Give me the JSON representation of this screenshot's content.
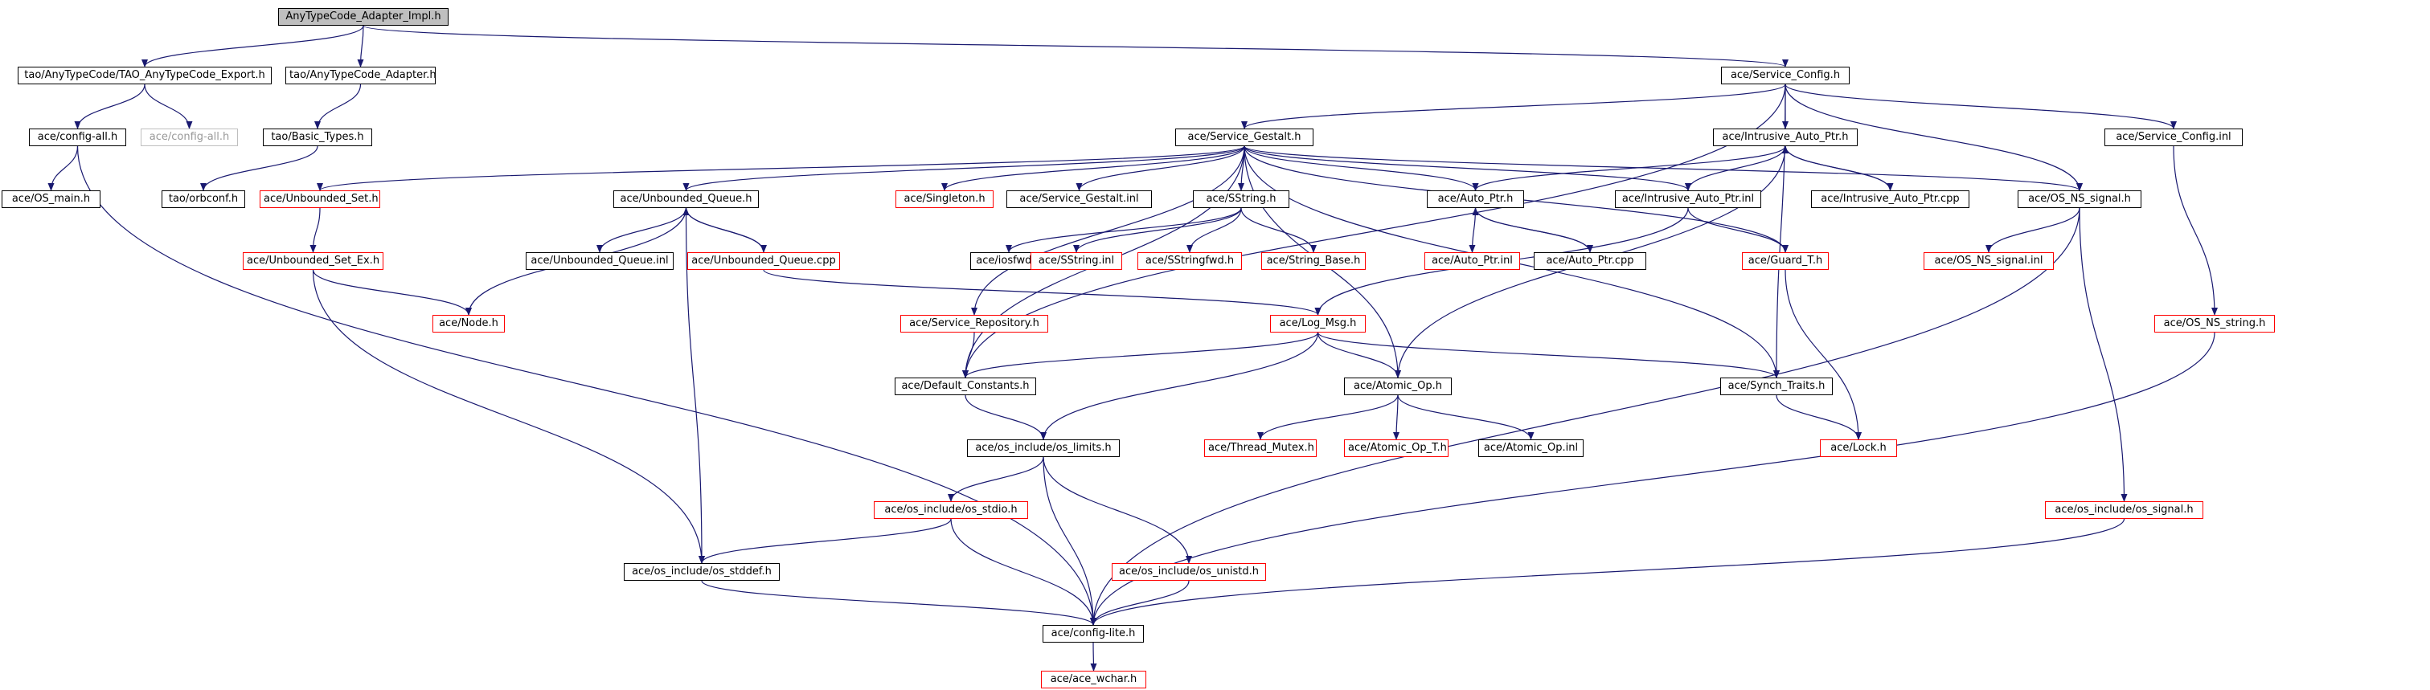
{
  "graph": {
    "nodes": [
      {
        "id": "root",
        "label": "AnyTypeCode_Adapter_Impl.h",
        "style": "root"
      },
      {
        "id": "export",
        "label": "tao/AnyTypeCode/TAO_AnyTypeCode_Export.h",
        "style": "normal"
      },
      {
        "id": "adapter",
        "label": "tao/AnyTypeCode_Adapter.h",
        "style": "normal"
      },
      {
        "id": "svccfg",
        "label": "ace/Service_Config.h",
        "style": "normal"
      },
      {
        "id": "configall",
        "label": "ace/config-all.h",
        "style": "normal"
      },
      {
        "id": "configall2",
        "label": "ace/config-all.h",
        "style": "gray"
      },
      {
        "id": "basictypes",
        "label": "tao/Basic_Types.h",
        "style": "normal"
      },
      {
        "id": "svcgestalt",
        "label": "ace/Service_Gestalt.h",
        "style": "normal"
      },
      {
        "id": "intrusive",
        "label": "ace/Intrusive_Auto_Ptr.h",
        "style": "normal"
      },
      {
        "id": "svccfginl",
        "label": "ace/Service_Config.inl",
        "style": "normal"
      },
      {
        "id": "osmain",
        "label": "ace/OS_main.h",
        "style": "normal"
      },
      {
        "id": "orbconf",
        "label": "tao/orbconf.h",
        "style": "normal"
      },
      {
        "id": "unbset",
        "label": "ace/Unbounded_Set.h",
        "style": "red"
      },
      {
        "id": "unbqueue",
        "label": "ace/Unbounded_Queue.h",
        "style": "normal"
      },
      {
        "id": "singleton",
        "label": "ace/Singleton.h",
        "style": "red"
      },
      {
        "id": "svcgestaltinl",
        "label": "ace/Service_Gestalt.inl",
        "style": "normal"
      },
      {
        "id": "sstring",
        "label": "ace/SString.h",
        "style": "normal"
      },
      {
        "id": "autoptr",
        "label": "ace/Auto_Ptr.h",
        "style": "normal"
      },
      {
        "id": "intrusiveinl",
        "label": "ace/Intrusive_Auto_Ptr.inl",
        "style": "normal"
      },
      {
        "id": "intrusivecpp",
        "label": "ace/Intrusive_Auto_Ptr.cpp",
        "style": "normal"
      },
      {
        "id": "nssignal",
        "label": "ace/OS_NS_signal.h",
        "style": "normal"
      },
      {
        "id": "unbsetex",
        "label": "ace/Unbounded_Set_Ex.h",
        "style": "red"
      },
      {
        "id": "unbqueueinl",
        "label": "ace/Unbounded_Queue.inl",
        "style": "normal"
      },
      {
        "id": "unbqueuecpp",
        "label": "ace/Unbounded_Queue.cpp",
        "style": "red"
      },
      {
        "id": "iosfwd",
        "label": "ace/iosfwd.h",
        "style": "normal"
      },
      {
        "id": "sstringinl",
        "label": "ace/SString.inl",
        "style": "red"
      },
      {
        "id": "sstringfwd",
        "label": "ace/SStringfwd.h",
        "style": "red"
      },
      {
        "id": "stringbase",
        "label": "ace/String_Base.h",
        "style": "red"
      },
      {
        "id": "autoptrinl",
        "label": "ace/Auto_Ptr.inl",
        "style": "red"
      },
      {
        "id": "autoptrcpp",
        "label": "ace/Auto_Ptr.cpp",
        "style": "normal"
      },
      {
        "id": "guardt",
        "label": "ace/Guard_T.h",
        "style": "red"
      },
      {
        "id": "nssignalinl",
        "label": "ace/OS_NS_signal.inl",
        "style": "red"
      },
      {
        "id": "nsstring",
        "label": "ace/OS_NS_string.h",
        "style": "red"
      },
      {
        "id": "node",
        "label": "ace/Node.h",
        "style": "red"
      },
      {
        "id": "svcrepo",
        "label": "ace/Service_Repository.h",
        "style": "red"
      },
      {
        "id": "logmsg",
        "label": "ace/Log_Msg.h",
        "style": "red"
      },
      {
        "id": "defconst",
        "label": "ace/Default_Constants.h",
        "style": "normal"
      },
      {
        "id": "atomicop",
        "label": "ace/Atomic_Op.h",
        "style": "normal"
      },
      {
        "id": "synchtraits",
        "label": "ace/Synch_Traits.h",
        "style": "normal"
      },
      {
        "id": "oslimits",
        "label": "ace/os_include/os_limits.h",
        "style": "normal"
      },
      {
        "id": "threadmutex",
        "label": "ace/Thread_Mutex.h",
        "style": "red"
      },
      {
        "id": "atomicopt",
        "label": "ace/Atomic_Op_T.h",
        "style": "red"
      },
      {
        "id": "atomicopinl",
        "label": "ace/Atomic_Op.inl",
        "style": "normal"
      },
      {
        "id": "lock",
        "label": "ace/Lock.h",
        "style": "red"
      },
      {
        "id": "osstdio",
        "label": "ace/os_include/os_stdio.h",
        "style": "red"
      },
      {
        "id": "ossignal",
        "label": "ace/os_include/os_signal.h",
        "style": "red"
      },
      {
        "id": "osstddef",
        "label": "ace/os_include/os_stddef.h",
        "style": "normal"
      },
      {
        "id": "osunistd",
        "label": "ace/os_include/os_unistd.h",
        "style": "red"
      },
      {
        "id": "configlite",
        "label": "ace/config-lite.h",
        "style": "normal"
      },
      {
        "id": "acewchar",
        "label": "ace/ace_wchar.h",
        "style": "red"
      }
    ],
    "edges": [
      [
        "root",
        "export"
      ],
      [
        "root",
        "adapter"
      ],
      [
        "root",
        "svccfg"
      ],
      [
        "export",
        "configall"
      ],
      [
        "export",
        "configall2"
      ],
      [
        "adapter",
        "basictypes"
      ],
      [
        "basictypes",
        "orbconf"
      ],
      [
        "configall",
        "osmain"
      ],
      [
        "configall",
        "configlite"
      ],
      [
        "svccfg",
        "svcgestalt"
      ],
      [
        "svccfg",
        "intrusive"
      ],
      [
        "svccfg",
        "svccfginl"
      ],
      [
        "svccfg",
        "nssignal"
      ],
      [
        "svccfg",
        "defconst"
      ],
      [
        "svccfg",
        "synchtraits"
      ],
      [
        "svcgestalt",
        "unbset"
      ],
      [
        "svcgestalt",
        "unbqueue"
      ],
      [
        "svcgestalt",
        "singleton"
      ],
      [
        "svcgestalt",
        "svcgestaltinl"
      ],
      [
        "svcgestalt",
        "sstring"
      ],
      [
        "svcgestalt",
        "autoptr"
      ],
      [
        "svcgestalt",
        "nssignal"
      ],
      [
        "svcgestalt",
        "guardt"
      ],
      [
        "svcgestalt",
        "svcrepo"
      ],
      [
        "svcgestalt",
        "defconst"
      ],
      [
        "svcgestalt",
        "atomicop"
      ],
      [
        "svcgestalt",
        "synchtraits"
      ],
      [
        "svcgestalt",
        "intrusiveinl"
      ],
      [
        "intrusive",
        "autoptr"
      ],
      [
        "intrusive",
        "intrusiveinl"
      ],
      [
        "intrusive",
        "intrusivecpp"
      ],
      [
        "intrusive",
        "atomicop"
      ],
      [
        "intrusivecpp",
        "intrusive"
      ],
      [
        "intrusiveinl",
        "guardt"
      ],
      [
        "intrusiveinl",
        "logmsg"
      ],
      [
        "svccfginl",
        "nsstring"
      ],
      [
        "unbset",
        "unbsetex"
      ],
      [
        "unbsetex",
        "node"
      ],
      [
        "unbsetex",
        "osstddef"
      ],
      [
        "unbqueue",
        "node"
      ],
      [
        "unbqueue",
        "unbqueueinl"
      ],
      [
        "unbqueue",
        "unbqueuecpp"
      ],
      [
        "unbqueue",
        "osstddef"
      ],
      [
        "unbqueuecpp",
        "unbqueue"
      ],
      [
        "unbqueuecpp",
        "logmsg"
      ],
      [
        "sstring",
        "iosfwd"
      ],
      [
        "sstring",
        "sstringinl"
      ],
      [
        "sstring",
        "sstringfwd"
      ],
      [
        "sstring",
        "stringbase"
      ],
      [
        "autoptr",
        "autoptrinl"
      ],
      [
        "autoptr",
        "autoptrcpp"
      ],
      [
        "autoptrcpp",
        "autoptr"
      ],
      [
        "nssignal",
        "nssignalinl"
      ],
      [
        "nssignal",
        "ossignal"
      ],
      [
        "nssignal",
        "configlite"
      ],
      [
        "guardt",
        "lock"
      ],
      [
        "nsstring",
        "configlite"
      ],
      [
        "svcrepo",
        "defconst"
      ],
      [
        "logmsg",
        "defconst"
      ],
      [
        "logmsg",
        "atomicop"
      ],
      [
        "logmsg",
        "synchtraits"
      ],
      [
        "logmsg",
        "oslimits"
      ],
      [
        "defconst",
        "oslimits"
      ],
      [
        "atomicop",
        "threadmutex"
      ],
      [
        "atomicop",
        "atomicopt"
      ],
      [
        "atomicop",
        "atomicopinl"
      ],
      [
        "synchtraits",
        "lock"
      ],
      [
        "oslimits",
        "osstdio"
      ],
      [
        "oslimits",
        "osunistd"
      ],
      [
        "oslimits",
        "configlite"
      ],
      [
        "osstdio",
        "osstddef"
      ],
      [
        "osstdio",
        "configlite"
      ],
      [
        "osstddef",
        "configlite"
      ],
      [
        "osunistd",
        "configlite"
      ],
      [
        "ossignal",
        "configlite"
      ],
      [
        "configlite",
        "acewchar"
      ]
    ]
  }
}
